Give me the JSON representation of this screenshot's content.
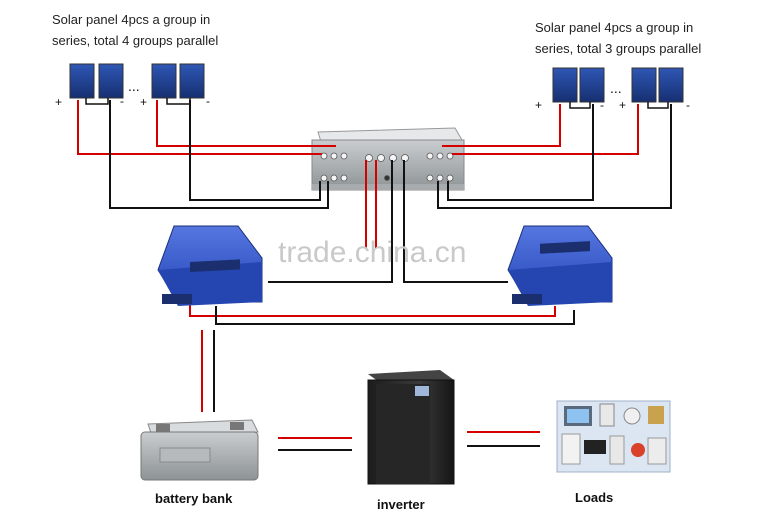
{
  "left_group": {
    "caption_line1": "Solar panel 4pcs a group in",
    "caption_line2": "series, total 4 groups parallel",
    "plus": "+",
    "minus": "-",
    "ellipsis": "..."
  },
  "right_group": {
    "caption_line1": "Solar panel 4pcs a group in",
    "caption_line2": "series, total 3 groups parallel",
    "plus": "+",
    "minus": "-",
    "ellipsis": "..."
  },
  "components": {
    "battery": "battery bank",
    "inverter": "inverter",
    "loads": "Loads"
  },
  "watermark": "trade.china.cn",
  "colors": {
    "positive_wire": "#d40000",
    "negative_wire": "#111111",
    "panel_blue": "#1f3f8f",
    "controller_blue": "#2f55c9",
    "combiner_grey": "#cfd3d6",
    "inverter_body": "#2a2a2a"
  }
}
